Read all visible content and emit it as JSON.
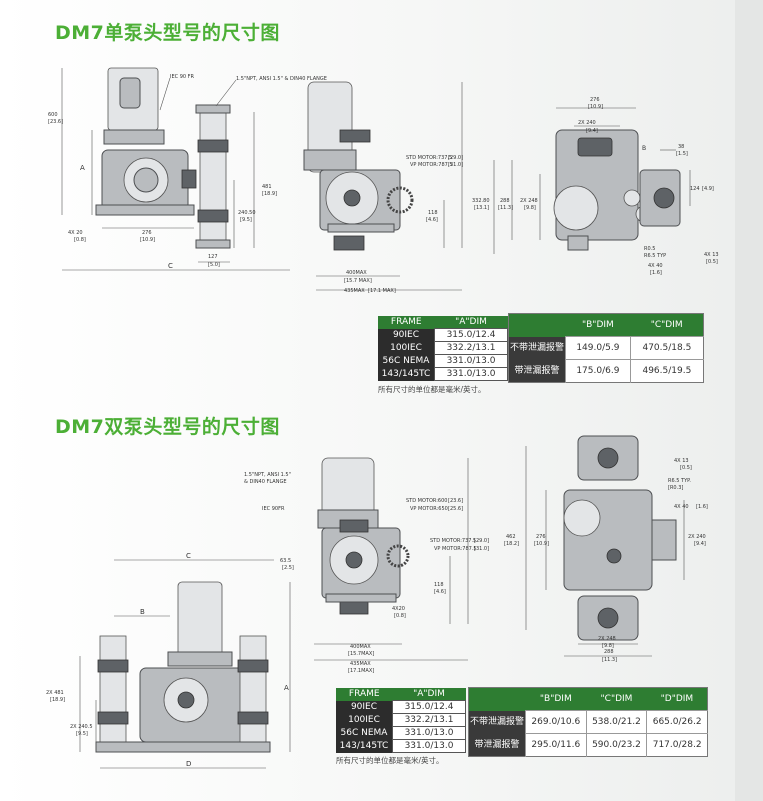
{
  "section1": {
    "title": "DM7单泵头型号的尺寸图",
    "labels": {
      "iec": "IEC 90 FR",
      "flange": "1.5\"NPT, ANSI 1.5\" & DIN40 FLANGE",
      "h600": "600",
      "h600in": "[23.6]",
      "a": "A",
      "c": "C",
      "x4_20": "4X 20",
      "x4_20in": "[0.8]",
      "w276": "276",
      "w276in": "[10.9]",
      "h481": "481",
      "h481in": "[18.9]",
      "h240": "240.50",
      "h240in": "[9.5]",
      "w127": "127",
      "w127in": "[5.0]",
      "std": "STD MOTOR:737.5",
      "stdin": "[29.0]",
      "vp": "VP MOTOR:787.5",
      "vpin": "[31.0]",
      "h118": "118",
      "h118in": "[4.6]",
      "max400": "400MAX",
      "max400in": "[15.7 MAX]",
      "max435": "435MAX",
      "max435in": "[17.1 MAX]",
      "w276b": "276",
      "w276bin": "[10.9]",
      "x2_240": "2X 240",
      "x2_240in": "[9.4]",
      "b": "B",
      "d38": "38",
      "d38in": "[1.5]",
      "h332": "332.80",
      "h332in": "[13.1]",
      "h288": "288",
      "h288in": "[11.3]",
      "x2_248": "2X 248",
      "x2_248in": "[9.8]",
      "h124": "124",
      "h124in": "[4.9]",
      "r05": "R0.5",
      "r65": "R6.5 TYP",
      "x4_40": "4X 40",
      "x4_40in": "[1.6]",
      "x4_13": "4X 13",
      "x4_13in": "[0.5]"
    },
    "tableA": {
      "headers": [
        "FRAME",
        "\"A\"DIM"
      ],
      "rows": [
        [
          "90IEC",
          "315.0/12.4"
        ],
        [
          "100IEC",
          "332.2/13.1"
        ],
        [
          "56C NEMA",
          "331.0/13.0"
        ],
        [
          "143/145TC",
          "331.0/13.0"
        ]
      ]
    },
    "tableB": {
      "headers": [
        "",
        "\"B\"DIM",
        "\"C\"DIM"
      ],
      "rows": [
        [
          "不带泄漏报警",
          "149.0/5.9",
          "470.5/18.5"
        ],
        [
          "带泄漏报警",
          "175.0/6.9",
          "496.5/19.5"
        ]
      ]
    },
    "note": "所有尺寸的单位都是毫米/英寸。"
  },
  "section2": {
    "title": "DM7双泵头型号的尺寸图",
    "labels": {
      "flange": "1.5\"NPT, ANSI 1.5\"",
      "flange2": "& DIN40 FLANGE",
      "iec": "IEC 90FR",
      "std600": "STD MOTOR:600",
      "std600in": "[23.6]",
      "vp650": "VP MOTOR:650",
      "vp650in": "[25.6]",
      "std737": "STD MOTOR:737.5",
      "std737in": "[29.0]",
      "vp787": "VP MOTOR:787.5",
      "vp787in": "[31.0]",
      "c": "C",
      "d635": "63.5",
      "d635in": "[2.5]",
      "b": "B",
      "h118": "118",
      "h118in": "[4.6]",
      "x4_20": "4X20",
      "x4_20in": "[0.8]",
      "max400": "400MAX",
      "max400in": "[15.7MAX]",
      "max435": "435MAX",
      "max435in": "[17.1MAX]",
      "x2_481": "2X 481",
      "x2_481in": "[18.9]",
      "x2_240": "2X 240.5",
      "x2_240in": "[9.5]",
      "a": "A",
      "d": "D",
      "x4_13": "4X 13",
      "x4_13in": "[0.5]",
      "r65": "R6.5 TYP.",
      "r03": "[R0.3]",
      "x4_40": "4X 40",
      "x4_40in": "[1.6]",
      "h462": "462",
      "h462in": "[18.2]",
      "h276": "276",
      "h276in": "[10.9]",
      "x2_240b": "2X 240",
      "x2_240bin": "[9.4]",
      "x2_248": "2X 248",
      "x2_248in": "[9.8]",
      "w288": "288",
      "w288in": "[11.3]"
    },
    "tableA": {
      "headers": [
        "FRAME",
        "\"A\"DIM"
      ],
      "rows": [
        [
          "90IEC",
          "315.0/12.4"
        ],
        [
          "100IEC",
          "332.2/13.1"
        ],
        [
          "56C NEMA",
          "331.0/13.0"
        ],
        [
          "143/145TC",
          "331.0/13.0"
        ]
      ]
    },
    "tableB": {
      "headers": [
        "",
        "\"B\"DIM",
        "\"C\"DIM",
        "\"D\"DIM"
      ],
      "rows": [
        [
          "不带泄漏报警",
          "269.0/10.6",
          "538.0/21.2",
          "665.0/26.2"
        ],
        [
          "带泄漏报警",
          "295.0/11.6",
          "590.0/23.2",
          "717.0/28.2"
        ]
      ]
    },
    "note": "所有尺寸的单位都是毫米/英寸。"
  }
}
